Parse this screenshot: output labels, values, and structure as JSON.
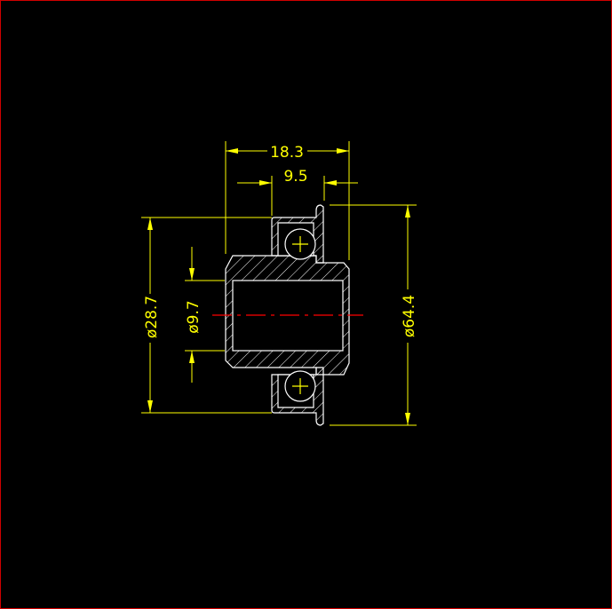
{
  "drawing": {
    "title": "Flanged bearing pulley section",
    "dimensions": {
      "overall_width": "18.3",
      "bearing_width": "9.5",
      "bearing_od": "ø28.7",
      "bore": "ø9.7",
      "flange_od": "ø64.4"
    },
    "colors": {
      "dimension": "#ffff00",
      "geometry": "#ffffff",
      "centerline": "#ff0000",
      "background": "#000000",
      "border": "#d00000"
    }
  }
}
